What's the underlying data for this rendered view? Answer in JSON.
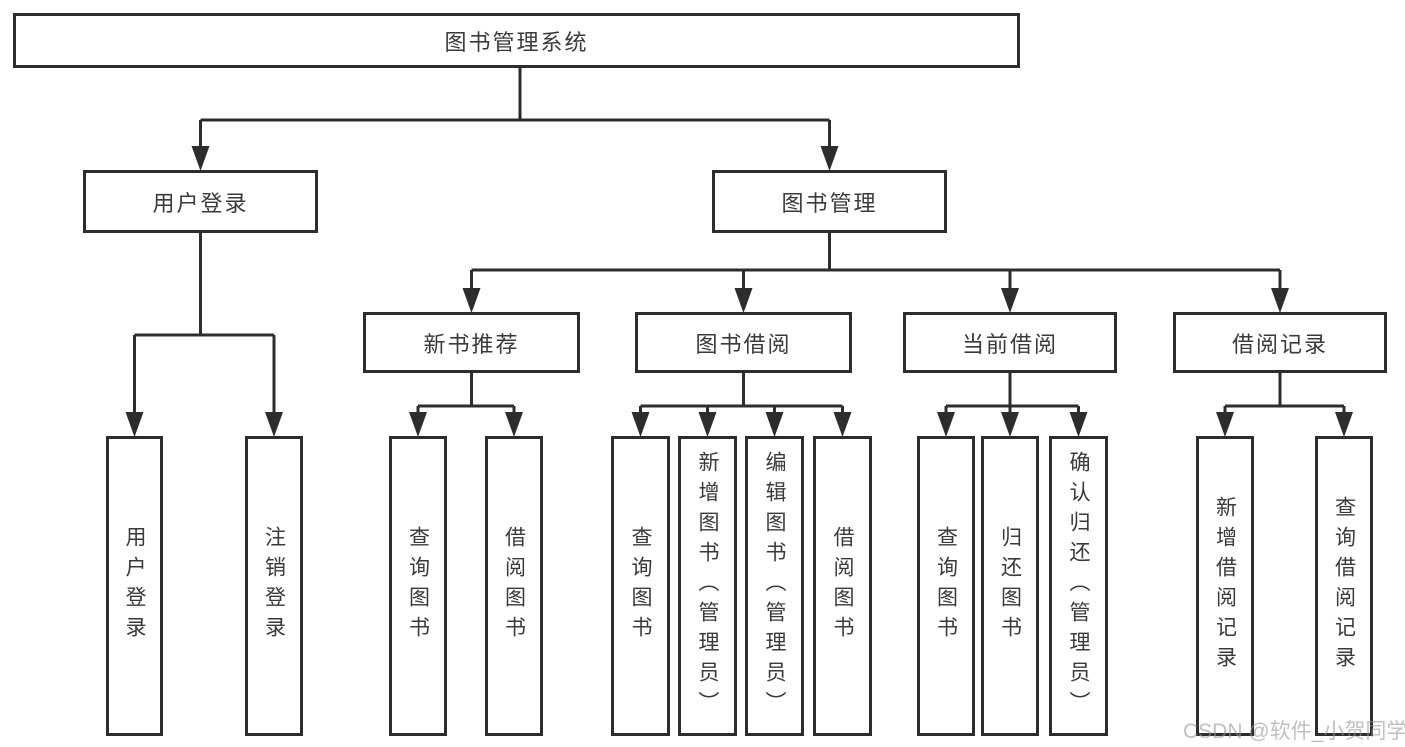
{
  "diagram": {
    "type": "hierarchy-tree",
    "title": "图书管理系统",
    "tree": {
      "label": "图书管理系统",
      "children": [
        {
          "label": "用户登录",
          "children": [
            {
              "label": "用户登录"
            },
            {
              "label": "注销登录"
            }
          ]
        },
        {
          "label": "图书管理",
          "children": [
            {
              "label": "新书推荐",
              "children": [
                {
                  "label": "查询图书"
                },
                {
                  "label": "借阅图书"
                }
              ]
            },
            {
              "label": "图书借阅",
              "children": [
                {
                  "label": "查询图书"
                },
                {
                  "label": "新增图书（管理员）"
                },
                {
                  "label": "编辑图书（管理员）"
                },
                {
                  "label": "借阅图书"
                }
              ]
            },
            {
              "label": "当前借阅",
              "children": [
                {
                  "label": "查询图书"
                },
                {
                  "label": "归还图书"
                },
                {
                  "label": "确认归还（管理员）"
                }
              ]
            },
            {
              "label": "借阅记录",
              "children": [
                {
                  "label": "新增借阅记录"
                },
                {
                  "label": "查询借阅记录"
                }
              ]
            }
          ]
        }
      ]
    }
  },
  "nodes": {
    "root": {
      "label": "图书管理系统"
    },
    "user_login": {
      "label": "用户登录"
    },
    "book_mgmt": {
      "label": "图书管理"
    },
    "new_book_rec": {
      "label": "新书推荐"
    },
    "book_borrow": {
      "label": "图书借阅"
    },
    "current_borrow": {
      "label": "当前借阅"
    },
    "borrow_records": {
      "label": "借阅记录"
    },
    "leaf_user_login": {
      "label": "用户登录"
    },
    "leaf_logout": {
      "label": "注销登录"
    },
    "leaf_nb_query": {
      "label": "查询图书"
    },
    "leaf_nb_borrow": {
      "label": "借阅图书"
    },
    "leaf_bb_query": {
      "label": "查询图书"
    },
    "leaf_bb_add": {
      "label": "新增图书（管理员）"
    },
    "leaf_bb_edit": {
      "label": "编辑图书（管理员）"
    },
    "leaf_bb_borrow": {
      "label": "借阅图书"
    },
    "leaf_cb_query": {
      "label": "查询图书"
    },
    "leaf_cb_return": {
      "label": "归还图书"
    },
    "leaf_cb_confirm": {
      "label": "确认归还（管理员）"
    },
    "leaf_br_add": {
      "label": "新增借阅记录"
    },
    "leaf_br_query": {
      "label": "查询借阅记录"
    }
  },
  "watermark": {
    "text": "CSDN @软件_小贺同学"
  },
  "colors": {
    "line": "#2d2d2d",
    "text": "#3a3a3a",
    "background": "#ffffff",
    "watermark": "#c4c4c4"
  }
}
